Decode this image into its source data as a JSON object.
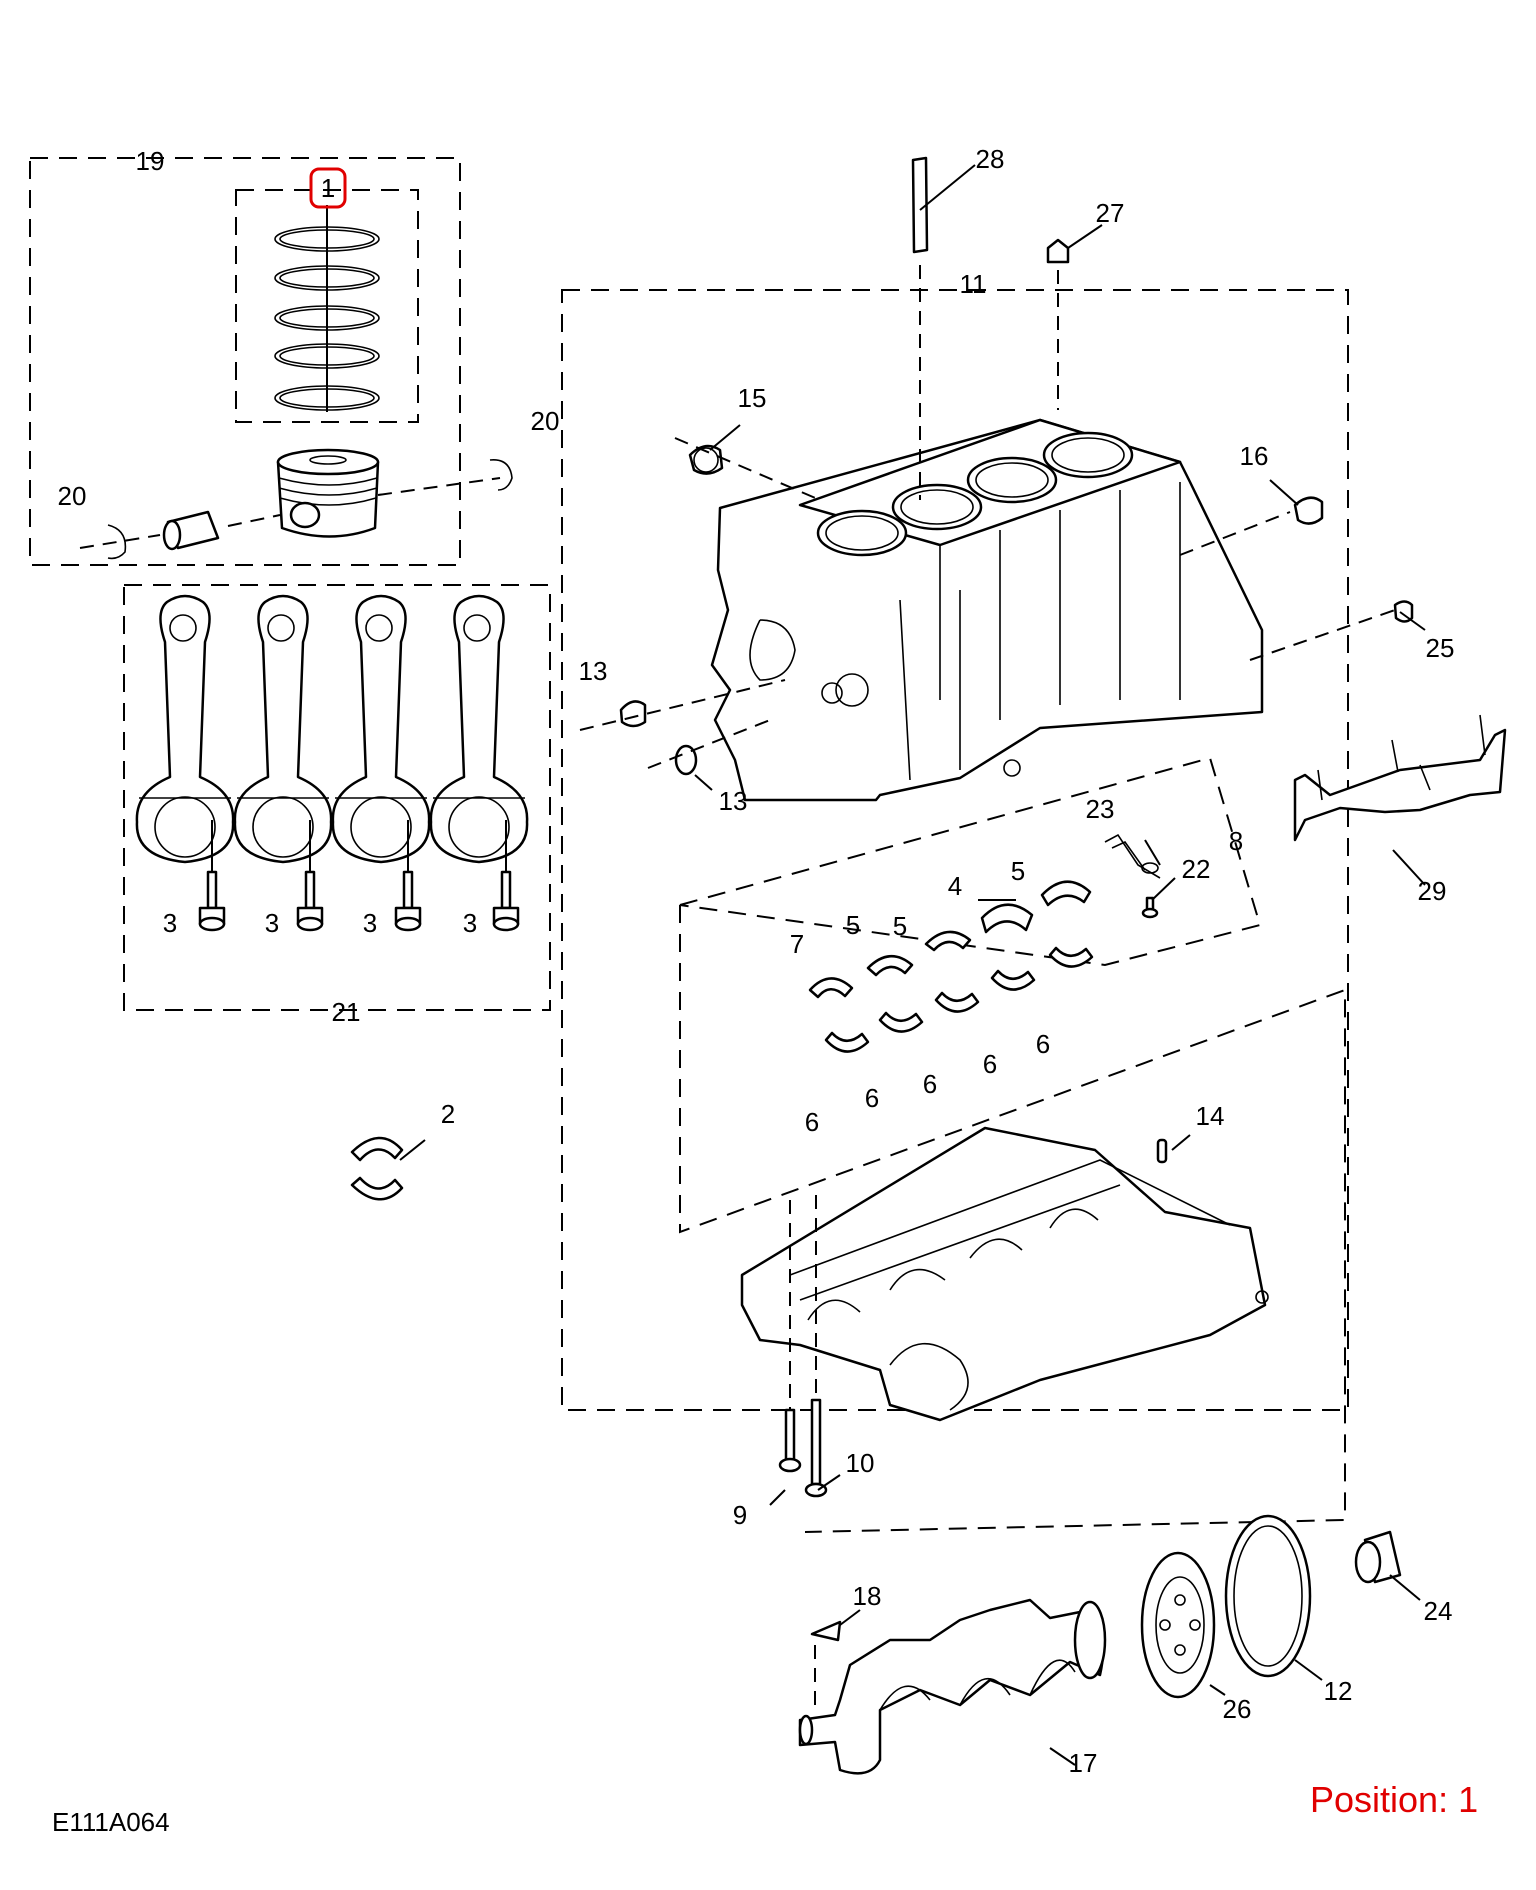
{
  "diagram": {
    "reference_code": "E111A064",
    "position_label": "Position: 1",
    "highlight_color": "#e00000",
    "highlighted_callout": "1",
    "callouts": {
      "c1": "1",
      "c2": "2",
      "c3a": "3",
      "c3b": "3",
      "c3c": "3",
      "c3d": "3",
      "c4": "4",
      "c5a": "5",
      "c5b": "5",
      "c5c": "5",
      "c6a": "6",
      "c6b": "6",
      "c6c": "6",
      "c6d": "6",
      "c6e": "6",
      "c7": "7",
      "c8": "8",
      "c9": "9",
      "c10": "10",
      "c11": "11",
      "c12": "12",
      "c13a": "13",
      "c13b": "13",
      "c14": "14",
      "c15": "15",
      "c16": "16",
      "c17": "17",
      "c18": "18",
      "c19": "19",
      "c20a": "20",
      "c20b": "20",
      "c21": "21",
      "c22": "22",
      "c23": "23",
      "c24": "24",
      "c25": "25",
      "c26": "26",
      "c27": "27",
      "c28": "28",
      "c29": "29"
    }
  }
}
